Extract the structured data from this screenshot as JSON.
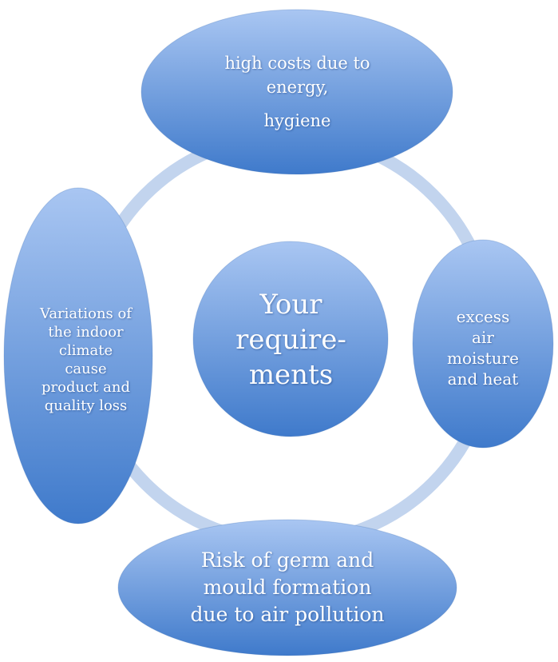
{
  "colors": {
    "ring": "#c2d4ee",
    "ellipse_light": "#a9c6f2",
    "ellipse_dark": "#3f7acb",
    "ellipse_edge": "#3566b0",
    "text": "#ffffff"
  },
  "center": {
    "lines": [
      "Your",
      "require-",
      "ments"
    ]
  },
  "nodes": {
    "top": {
      "lines": [
        "high costs due to",
        "energy,"
      ],
      "extra": "hygiene"
    },
    "right": {
      "lines": [
        "excess",
        "air",
        "moisture",
        "and heat"
      ]
    },
    "bottom": {
      "lines": [
        "Risk of germ and",
        "mould formation",
        "due to air pollution"
      ]
    },
    "left": {
      "lines": [
        "Variations of",
        "the indoor",
        "climate",
        "cause",
        "product and",
        "quality loss"
      ]
    }
  }
}
